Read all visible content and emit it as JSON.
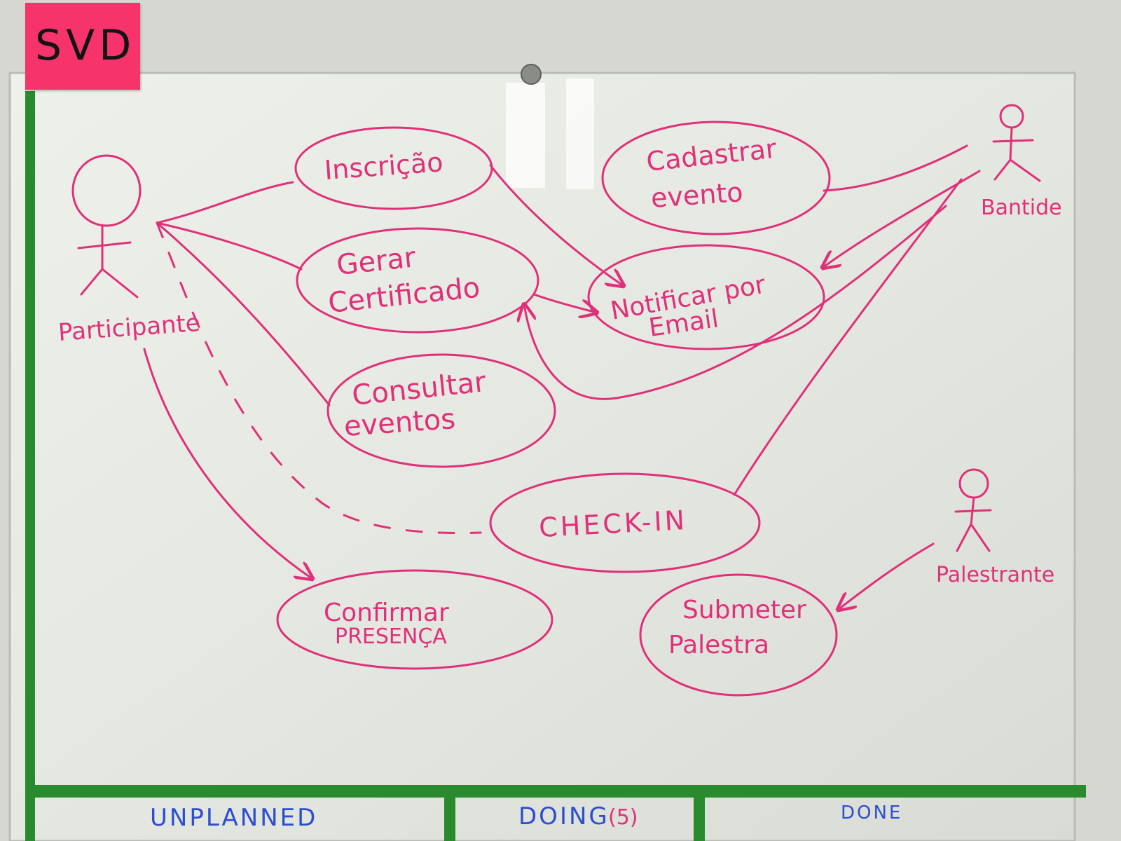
{
  "sticky_note": {
    "text": "SVD"
  },
  "actors": {
    "participante": "Participante",
    "bantide": "Bantide",
    "palestrante": "Palestrante"
  },
  "use_cases": {
    "inscricao": "Inscrição",
    "cadastrar_evento": [
      "Cadastrar",
      "evento"
    ],
    "gerar_certificado": [
      "Gerar",
      "Certificado"
    ],
    "notificar_email": [
      "Notificar por",
      "Email"
    ],
    "consultar_eventos": [
      "Consultar",
      "eventos"
    ],
    "check_in": "CHECK-IN",
    "confirmar_presenca": [
      "Confirmar",
      "PRESENÇA"
    ],
    "submeter_palestra": [
      "Submeter",
      "Palestra"
    ]
  },
  "board_columns": {
    "unplanned": "UNPLANNED",
    "doing": "DOING",
    "doing_count": "(5)",
    "done": "DONE"
  },
  "colors": {
    "marker_pink": "#e0307a",
    "board_green": "#2a8a2e",
    "column_text_blue": "#2b4fd0",
    "sticky_note": "#f7336b"
  }
}
